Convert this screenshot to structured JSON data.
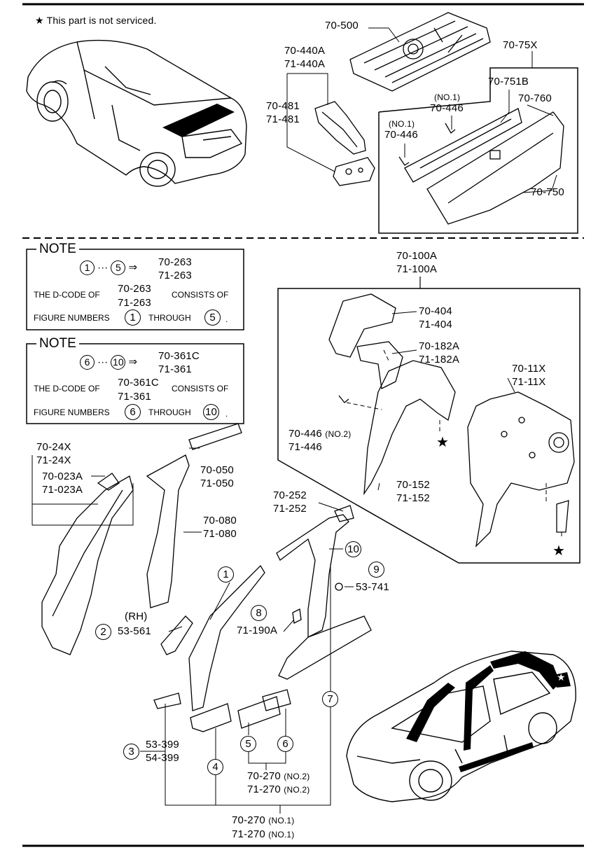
{
  "legend": {
    "star_symbol": "★",
    "text": "This part is not serviced."
  },
  "top_parts": {
    "p70_500": "70-500",
    "p70_75x": "70-75X",
    "p70_440a": "70-440A",
    "p71_440a": "71-440A",
    "p70_481": "70-481",
    "p71_481": "71-481",
    "p70_751b": "70-751B",
    "no1_a": "(NO.1)",
    "p70_446_a": "70-446",
    "p70_760": "70-760",
    "no1_b": "(NO.1)",
    "p70_446_b": "70-446",
    "p70_750": "70-750"
  },
  "note1": {
    "title": "NOTE",
    "from": "1",
    "dots": "···",
    "to": "5",
    "arrow": "⇒",
    "code_a": "70-263",
    "code_b": "71-263",
    "text_a": "THE D-CODE OF",
    "code_c": "70-263",
    "code_d": "71-263",
    "text_b": "CONSISTS OF",
    "text_c": "FIGURE NUMBERS",
    "fig_from": "1",
    "text_d": "THROUGH",
    "fig_to": "5",
    "period": "."
  },
  "note2": {
    "title": "NOTE",
    "from": "6",
    "dots": "···",
    "to": "10",
    "arrow": "⇒",
    "code_a": "70-361C",
    "code_b": "71-361",
    "text_a": "THE D-CODE OF",
    "code_c": "70-361C",
    "code_d": "71-361",
    "text_b": "CONSISTS OF",
    "text_c": "FIGURE NUMBERS",
    "fig_from": "6",
    "text_d": "THROUGH",
    "fig_to": "10",
    "period": "."
  },
  "right_parts": {
    "p70_100a": "70-100A",
    "p71_100a": "71-100A",
    "p70_404": "70-404",
    "p71_404": "71-404",
    "p70_182a": "70-182A",
    "p71_182a": "71-182A",
    "p70_11x": "70-11X",
    "p71_11x": "71-11X",
    "p70_446_no2": "70-446",
    "no2": "(NO.2)",
    "p71_446": "71-446",
    "p70_152": "70-152",
    "p71_152": "71-152"
  },
  "lower_parts": {
    "p70_24x": "70-24X",
    "p71_24x": "71-24X",
    "p70_023a": "70-023A",
    "p71_023a": "71-023A",
    "p70_050": "70-050",
    "p71_050": "71-050",
    "p70_080": "70-080",
    "p71_080": "71-080",
    "p70_252": "70-252",
    "p71_252": "71-252",
    "c10": "10",
    "c9": "9",
    "p53_741": "53-741",
    "c1": "1",
    "c8": "8",
    "p71_190a": "71-190A",
    "rh": "(RH)",
    "c2": "2",
    "p53_561": "53-561",
    "c3": "3",
    "p53_399": "53-399",
    "p54_399": "54-399",
    "c4": "4",
    "c5": "5",
    "c6": "6",
    "c7": "7",
    "p70_270_no2": "70-270",
    "no2_a": "(NO.2)",
    "p71_270_no2": "71-270",
    "no2_b": "(NO.2)",
    "p70_270_no1": "70-270",
    "no1_a": "(NO.1)",
    "p71_270_no1": "71-270",
    "no1_b": "(NO.1)"
  }
}
